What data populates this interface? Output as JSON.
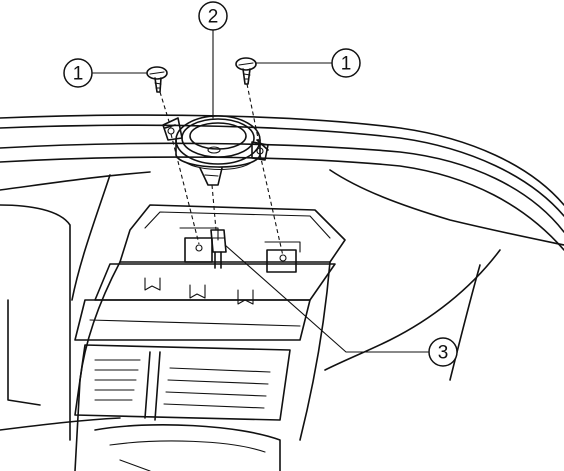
{
  "callouts": {
    "screw_left": "1",
    "screw_right": "1",
    "speaker": "2",
    "connector": "3"
  }
}
